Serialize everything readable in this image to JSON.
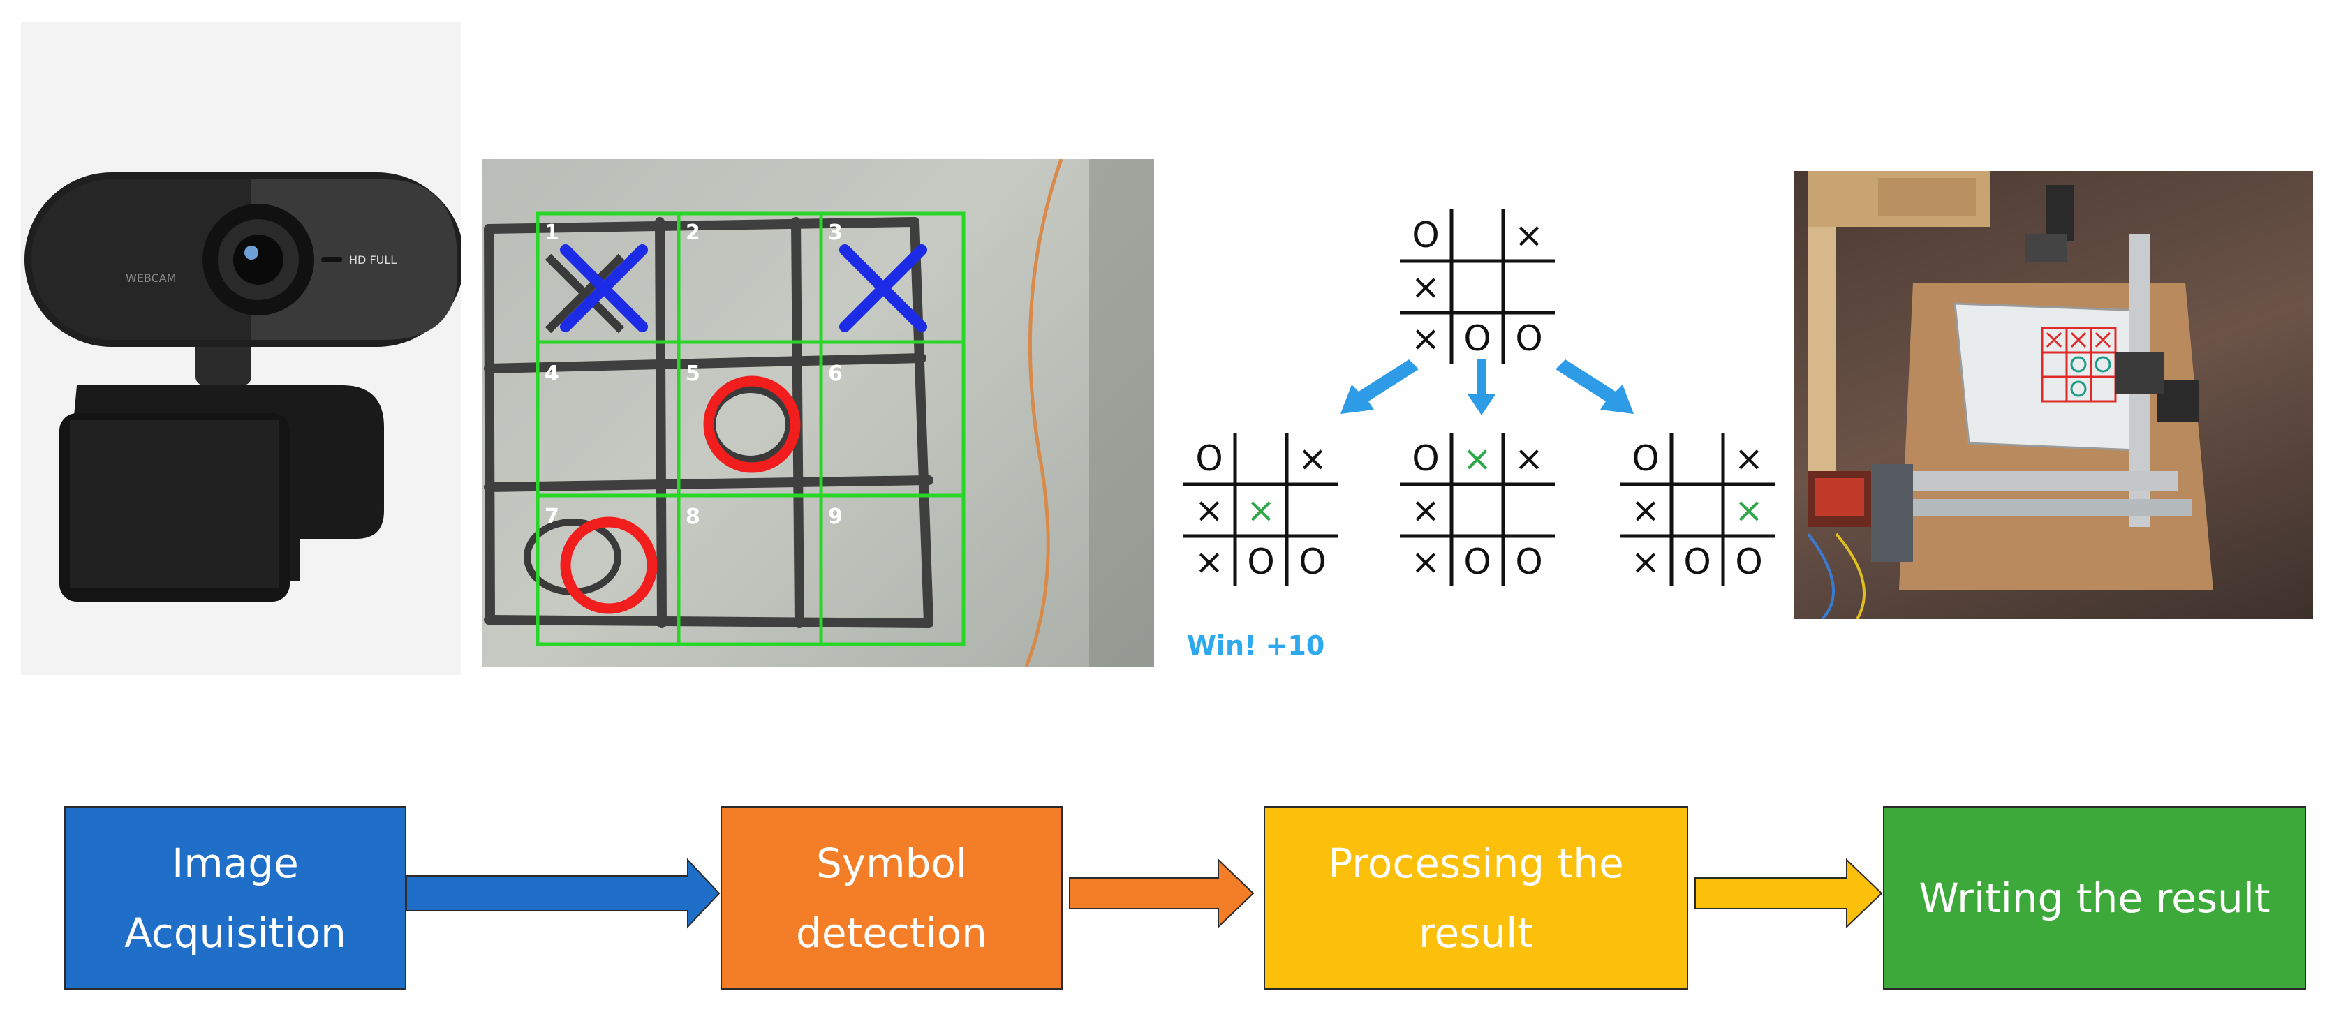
{
  "detection": {
    "cell_numbers": [
      "1",
      "2",
      "3",
      "4",
      "5",
      "6",
      "7",
      "8",
      "9"
    ]
  },
  "game_tree": {
    "root": [
      "O",
      "",
      "×",
      "×",
      "",
      "",
      "×",
      "O",
      "O"
    ],
    "children": [
      [
        "O",
        "",
        "×",
        "×",
        "×",
        "",
        "×",
        "O",
        "O"
      ],
      [
        "O",
        "×",
        "×",
        "×",
        "",
        "",
        "×",
        "O",
        "O"
      ],
      [
        "O",
        "",
        "×",
        "×",
        "",
        "×",
        "×",
        "O",
        "O"
      ]
    ],
    "win_label": "Win! +10"
  },
  "flow": {
    "steps": [
      {
        "label": "Image Acquisition",
        "color": "#1f6fc8"
      },
      {
        "label": "Symbol detection",
        "color": "#f47e28"
      },
      {
        "label": "Processing the result",
        "color": "#fcc00b"
      },
      {
        "label": "Writing the result",
        "color": "#3ea93b"
      }
    ]
  },
  "colors": {
    "detection_grid": "#27d627",
    "detected_x": "#1c2be6",
    "detected_o": "#f21d1d",
    "tree_arrow": "#2d9be6",
    "new_move": "#2fa84a"
  },
  "icons": [
    "webcam-image",
    "robot-plotter-image",
    "tree-arrow-icon",
    "flow-arrow-icon"
  ]
}
